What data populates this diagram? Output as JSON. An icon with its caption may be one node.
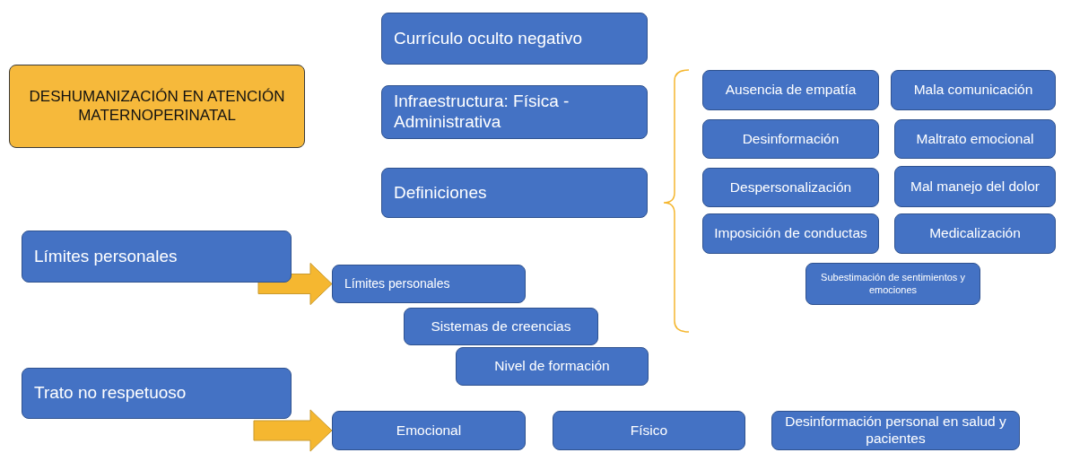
{
  "diagram": {
    "nodes": [
      {
        "text": [
          "DESHUMANIZACIÓN EN ATENCIÓN MATERNOPERINATAL"
        ]
      },
      {
        "text": [
          "Currículo oculto negativo"
        ]
      },
      {
        "text": [
          "Infraestructura: Física - Administrativa"
        ]
      },
      {
        "text": [
          "Definiciones"
        ]
      },
      {
        "text": [
          "Ausencia de empatía"
        ]
      },
      {
        "text": [
          "Mala comunicación"
        ]
      },
      {
        "text": [
          "Desinformación"
        ]
      },
      {
        "text": [
          "Maltrato emocional"
        ]
      },
      {
        "text": [
          "Despersonalización"
        ]
      },
      {
        "text": [
          "Mal manejo del dolor"
        ]
      },
      {
        "text": [
          "Imposición de conductas"
        ]
      },
      {
        "text": [
          "Medicalización"
        ]
      },
      {
        "text": [
          "Subestimación de sentimientos y emociones"
        ]
      },
      {
        "text": [
          "Límites personales"
        ]
      },
      {
        "text": [
          "Límites personales"
        ]
      },
      {
        "text": [
          "Sistemas de creencias"
        ]
      },
      {
        "text": [
          "Nivel de formación"
        ]
      },
      {
        "text": [
          "Trato no respetuoso"
        ]
      },
      {
        "text": [
          "Emocional"
        ]
      },
      {
        "text": [
          "Físico"
        ]
      },
      {
        "text": [
          "Desinformación personal en salud y pacientes"
        ]
      }
    ],
    "edges": [
      {
        "from": null,
        "to": 14,
        "arrow": "to",
        "style": "thick",
        "color": "#f5b730"
      },
      {
        "from": null,
        "to": 18,
        "arrow": "to",
        "style": "thick",
        "color": "#f5b730"
      }
    ]
  }
}
